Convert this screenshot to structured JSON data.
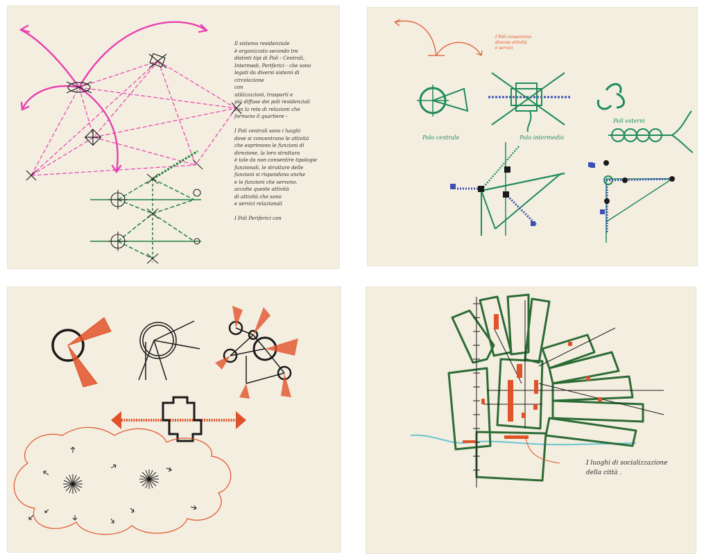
{
  "sheets": [
    {
      "id": "sheet-1",
      "handwriting": "Il sistema residenziale\nè organizzato secondo tre\ndistinti tipi di Poli - Centrali,\nIntermedi, Periferici - che sono\nlegati da diversi sistemi di\ncircolazione\ncon\nutilizzazioni, trasporti e\npiù diffuse dei poli residenziali\ncon la rete di relazioni che\nformano il quartiere -\n\nI Poli centrali sono i luoghi\ndove si concentrano le attività\nche esprimono le funzioni di\ndirezione, la loro struttura\nè tale da non consentire tipologie\nfunzionali, le strutture delle\nfunzioni si rispondono anche\ne le funzioni che servono,\naccolte queste attività\ndi attività che sono\ne servizi relazionali\n\nI Poli Periferici con",
      "colors": {
        "pink": "#e83fb1",
        "green": "#1f7f3e",
        "ink": "#222222"
      }
    },
    {
      "id": "sheet-2",
      "labels": {
        "polo_centrale": "Polo centrale",
        "polo_intermedio": "Polo intermedio",
        "poli_esterni": "Poli esterni",
        "orange_note": "I Poli consentono\ndiverse attività\ne servizi"
      },
      "colors": {
        "green": "#1e8a5a",
        "blue": "#3b4fb5",
        "orange": "#e0532a",
        "black": "#1a1a1a"
      }
    },
    {
      "id": "sheet-3",
      "colors": {
        "orange": "#e0532a",
        "black": "#1a1a1a"
      }
    },
    {
      "id": "sheet-4",
      "caption": "I luoghi di socializzazione\ndella città .",
      "colors": {
        "green": "#2c6b35",
        "orange": "#e0532a",
        "cyan": "#6cc5cf",
        "black": "#1a1a1a"
      }
    }
  ]
}
